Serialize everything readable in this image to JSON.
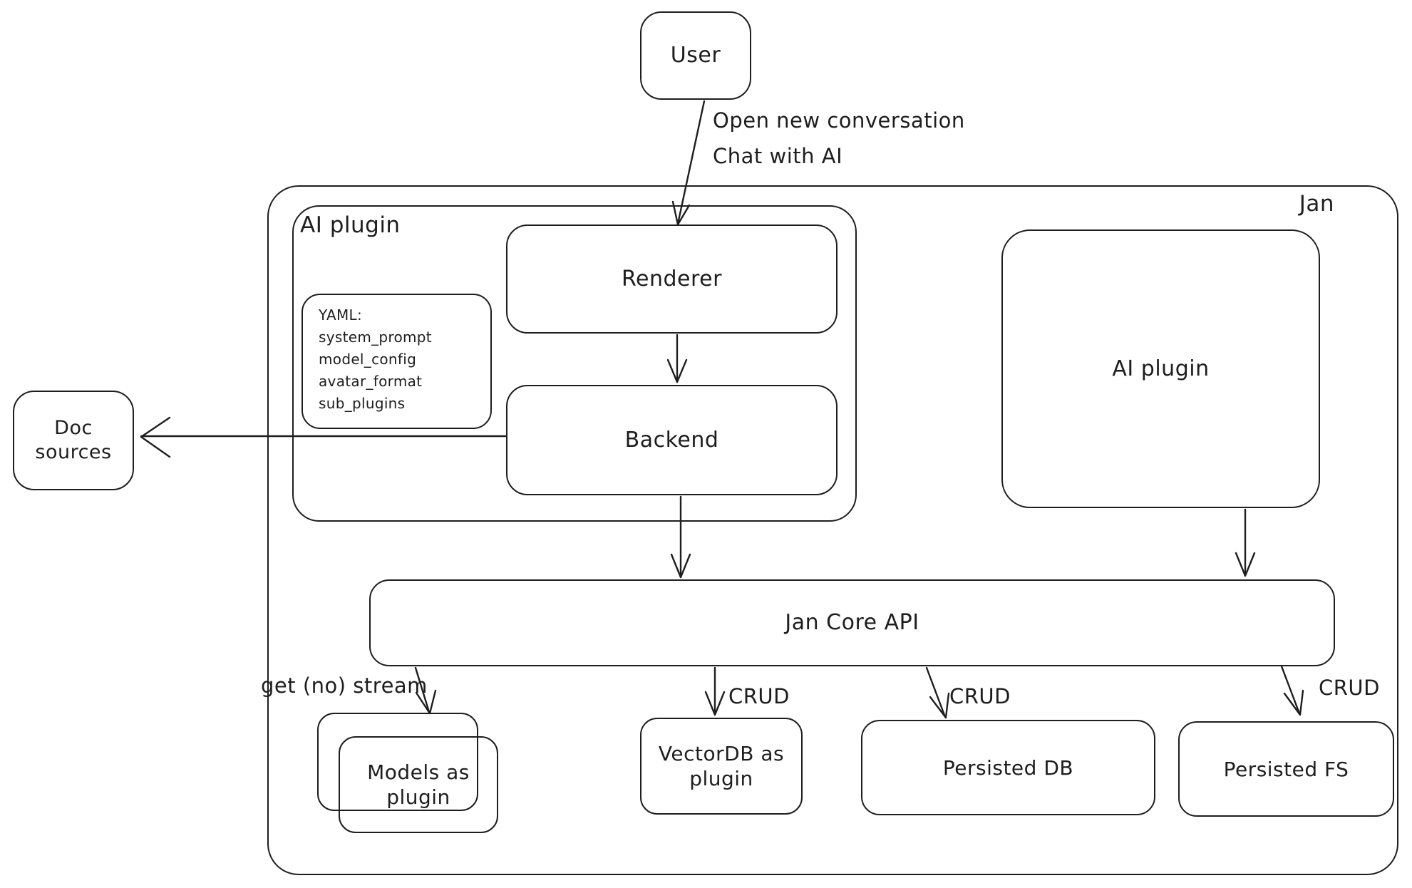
{
  "canvas": {
    "background": "#ffffff",
    "stroke_color": "#1e1e1e"
  },
  "nodes": {
    "user": {
      "label": "User"
    },
    "jan": {
      "label": "Jan"
    },
    "ai_plugin_left": {
      "label": "AI plugin"
    },
    "yaml_note": {
      "lines": [
        "YAML:",
        "system_prompt",
        "model_config",
        "avatar_format",
        "sub_plugins"
      ]
    },
    "renderer": {
      "label": "Renderer"
    },
    "backend": {
      "label": "Backend"
    },
    "doc_sources": {
      "label": "Doc sources"
    },
    "ai_plugin_right": {
      "label": "AI plugin"
    },
    "jan_core_api": {
      "label": "Jan Core API"
    },
    "models_plugin": {
      "label": "Models as plugin"
    },
    "vectordb_plugin": {
      "label": "VectorDB as plugin"
    },
    "persisted_db": {
      "label": "Persisted DB"
    },
    "persisted_fs": {
      "label": "Persisted FS"
    }
  },
  "edges": {
    "user_to_renderer": {
      "label_line1": "Open new conversation",
      "label_line2": "Chat with AI"
    },
    "core_to_models": {
      "label": "get (no) stream"
    },
    "core_to_vectordb": {
      "label": "CRUD"
    },
    "core_to_persisted_db": {
      "label": "CRUD"
    },
    "core_to_persisted_fs": {
      "label": "CRUD"
    }
  }
}
